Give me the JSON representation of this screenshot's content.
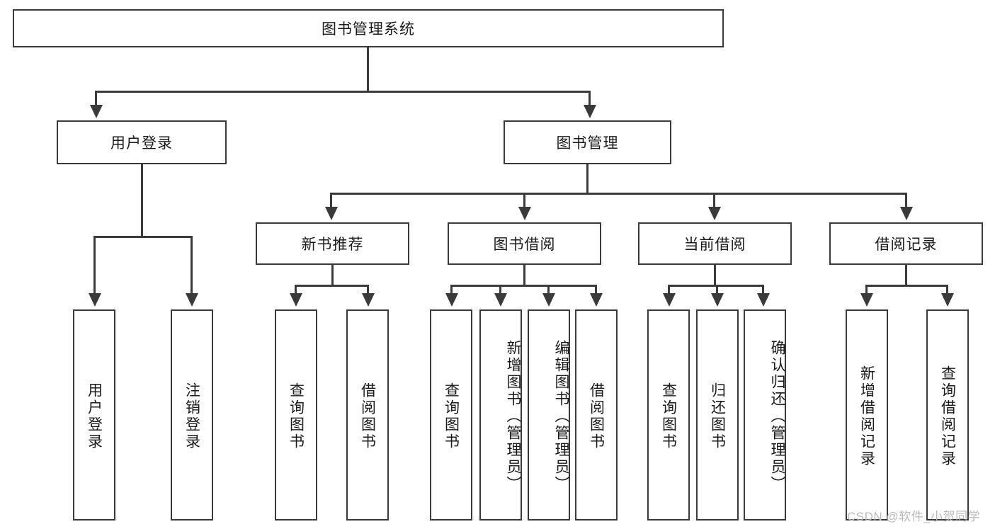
{
  "diagram": {
    "title": "图书管理系统",
    "type": "tree-hierarchy",
    "root": {
      "label": "图书管理系统"
    },
    "level2": [
      {
        "label": "用户登录"
      },
      {
        "label": "图书管理"
      }
    ],
    "level3": [
      {
        "label": "新书推荐"
      },
      {
        "label": "图书借阅"
      },
      {
        "label": "当前借阅"
      },
      {
        "label": "借阅记录"
      }
    ],
    "leaves": {
      "user_login": [
        {
          "label": "用户登录"
        },
        {
          "label": "注销登录"
        }
      ],
      "new_book_recommend": [
        {
          "label": "查询图书"
        },
        {
          "label": "借阅图书"
        }
      ],
      "book_borrow": [
        {
          "label": "查询图书"
        },
        {
          "label": "新增图书（管理员）"
        },
        {
          "label": "编辑图书（管理员）"
        },
        {
          "label": "借阅图书"
        }
      ],
      "current_borrow": [
        {
          "label": "查询图书"
        },
        {
          "label": "归还图书"
        },
        {
          "label": "确认归还（管理员）"
        }
      ],
      "borrow_records": [
        {
          "label": "新增借阅记录"
        },
        {
          "label": "查询借阅记录"
        }
      ]
    }
  },
  "watermark": {
    "text": "CSDN @软件_小贺同学"
  },
  "colors": {
    "stroke": "#3a3a3a",
    "background": "#ffffff",
    "text": "#1a1a1a",
    "watermark": "#b9b9b9"
  }
}
